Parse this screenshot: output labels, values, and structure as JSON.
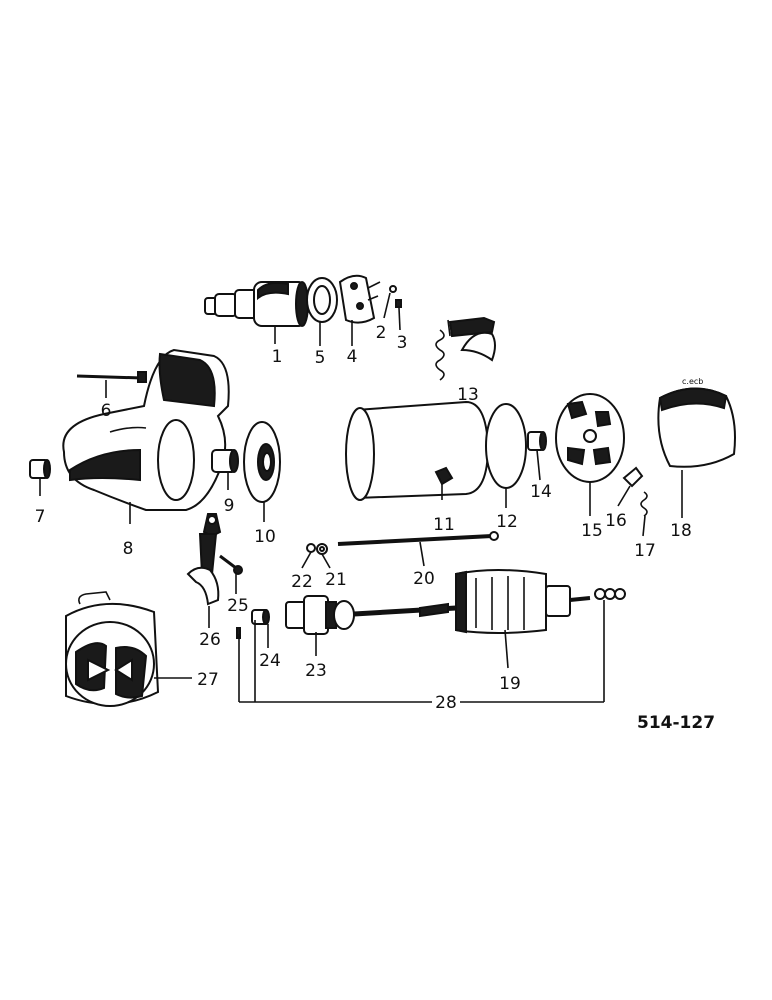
{
  "figure_code": "514-127",
  "labels": {
    "p1": "1",
    "p2": "2",
    "p3": "3",
    "p4": "4",
    "p5": "5",
    "p6": "6",
    "p7": "7",
    "p8": "8",
    "p9": "9",
    "p10": "10",
    "p11": "11",
    "p12": "12",
    "p13": "13",
    "p14": "14",
    "p15": "15",
    "p16": "16",
    "p17": "17",
    "p18": "18",
    "p19": "19",
    "p20": "20",
    "p21": "21",
    "p22": "22",
    "p23": "23",
    "p24": "24",
    "p25": "25",
    "p26": "26",
    "p27": "27",
    "p28": "28"
  }
}
